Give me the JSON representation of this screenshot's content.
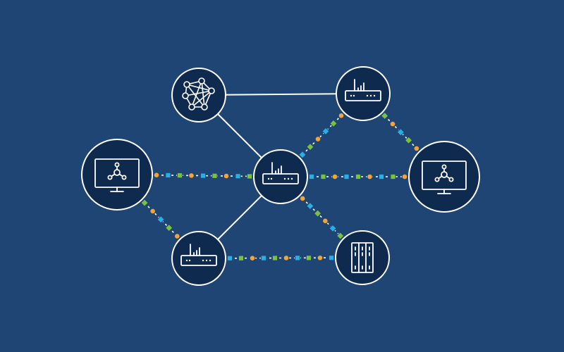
{
  "colors": {
    "background": "#1e4573",
    "node_fill": "#0f2a4f",
    "stroke": "#ffffff",
    "packet_blue": "#29aee6",
    "packet_green": "#7ac143",
    "packet_orange": "#f2a33a"
  },
  "nodes": [
    {
      "id": "mesh",
      "icon": "mesh-network-icon"
    },
    {
      "id": "router-top",
      "icon": "router-icon"
    },
    {
      "id": "monitor-left",
      "icon": "monitor-network-icon"
    },
    {
      "id": "router-center",
      "icon": "router-icon"
    },
    {
      "id": "monitor-right",
      "icon": "monitor-network-icon"
    },
    {
      "id": "router-bottom",
      "icon": "router-icon"
    },
    {
      "id": "server-rack",
      "icon": "server-rack-icon"
    }
  ],
  "plain_links": [
    {
      "from": "mesh",
      "to": "router-top"
    },
    {
      "from": "mesh",
      "to": "router-center"
    },
    {
      "from": "router-center",
      "to": "router-bottom"
    }
  ],
  "packet_links": [
    {
      "from": "router-center",
      "to": "router-top"
    },
    {
      "from": "router-top",
      "to": "monitor-right"
    },
    {
      "from": "monitor-left",
      "to": "router-center"
    },
    {
      "from": "router-center",
      "to": "monitor-right"
    },
    {
      "from": "monitor-left",
      "to": "router-bottom"
    },
    {
      "from": "router-center",
      "to": "server-rack"
    },
    {
      "from": "router-bottom",
      "to": "server-rack"
    }
  ]
}
